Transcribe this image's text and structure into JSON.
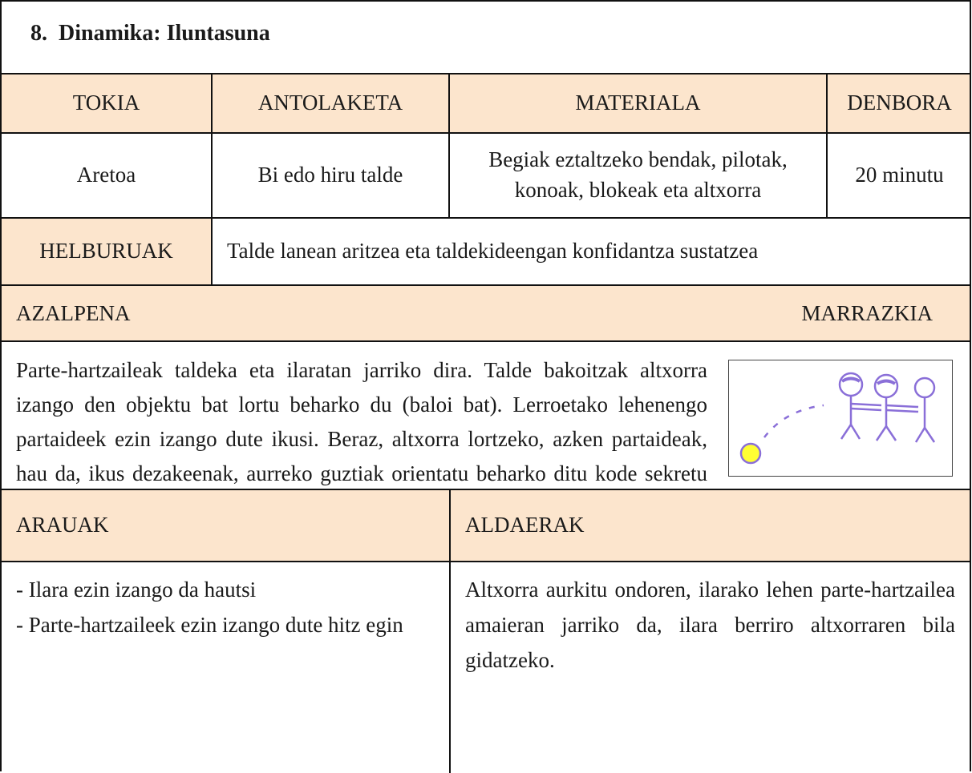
{
  "title": {
    "number": "8.",
    "text": "Dinamika: Iluntasuna"
  },
  "headers": {
    "tokia": "TOKIA",
    "antolaketa": "ANTOLAKETA",
    "materiala": "MATERIALA",
    "denbora": "DENBORA"
  },
  "values": {
    "tokia": "Aretoa",
    "antolaketa": "Bi edo hiru talde",
    "materiala_line1": "Begiak eztaltzeko bendak, pilotak,",
    "materiala_line2": "konoak, blokeak eta altxorra",
    "denbora": "20 minutu"
  },
  "helburuak": {
    "label": "HELBURUAK",
    "text": "Talde lanean aritzea eta taldekideengan konfidantza sustatzea"
  },
  "azalpena": {
    "label": "AZALPENA",
    "drawing_label": "MARRAZKIA",
    "text": "Parte-hartzaileak taldeka eta ilaratan jarriko dira. Talde bakoitzak altxorra izango den objektu bat lortu beharko du (baloi bat). Lerroetako lehenengo partaideek ezin izango dute ikusi. Beraz, altxorra lortzeko, azken partaideak, hau da, ikus dezakeenak, aurreko guztiak orientatu beharko ditu kode sekretu baten bidez."
  },
  "arauak": {
    "label": "ARAUAK",
    "rules": [
      "- Ilara ezin izango da hautsi",
      "- Parte-hartzaileek ezin izango dute hitz egin"
    ]
  },
  "aldaerak": {
    "label": "ALDAERAK",
    "text": "Altxorra aurkitu ondoren, ilarako lehen parte-hartzailea amaieran jarriko da, ilara berriro altxorraren bila gidatzeko."
  },
  "colors": {
    "header_bg": "#fce5cd",
    "drawing_stroke": "#8a6fd8",
    "ball_fill": "#ffff33"
  }
}
